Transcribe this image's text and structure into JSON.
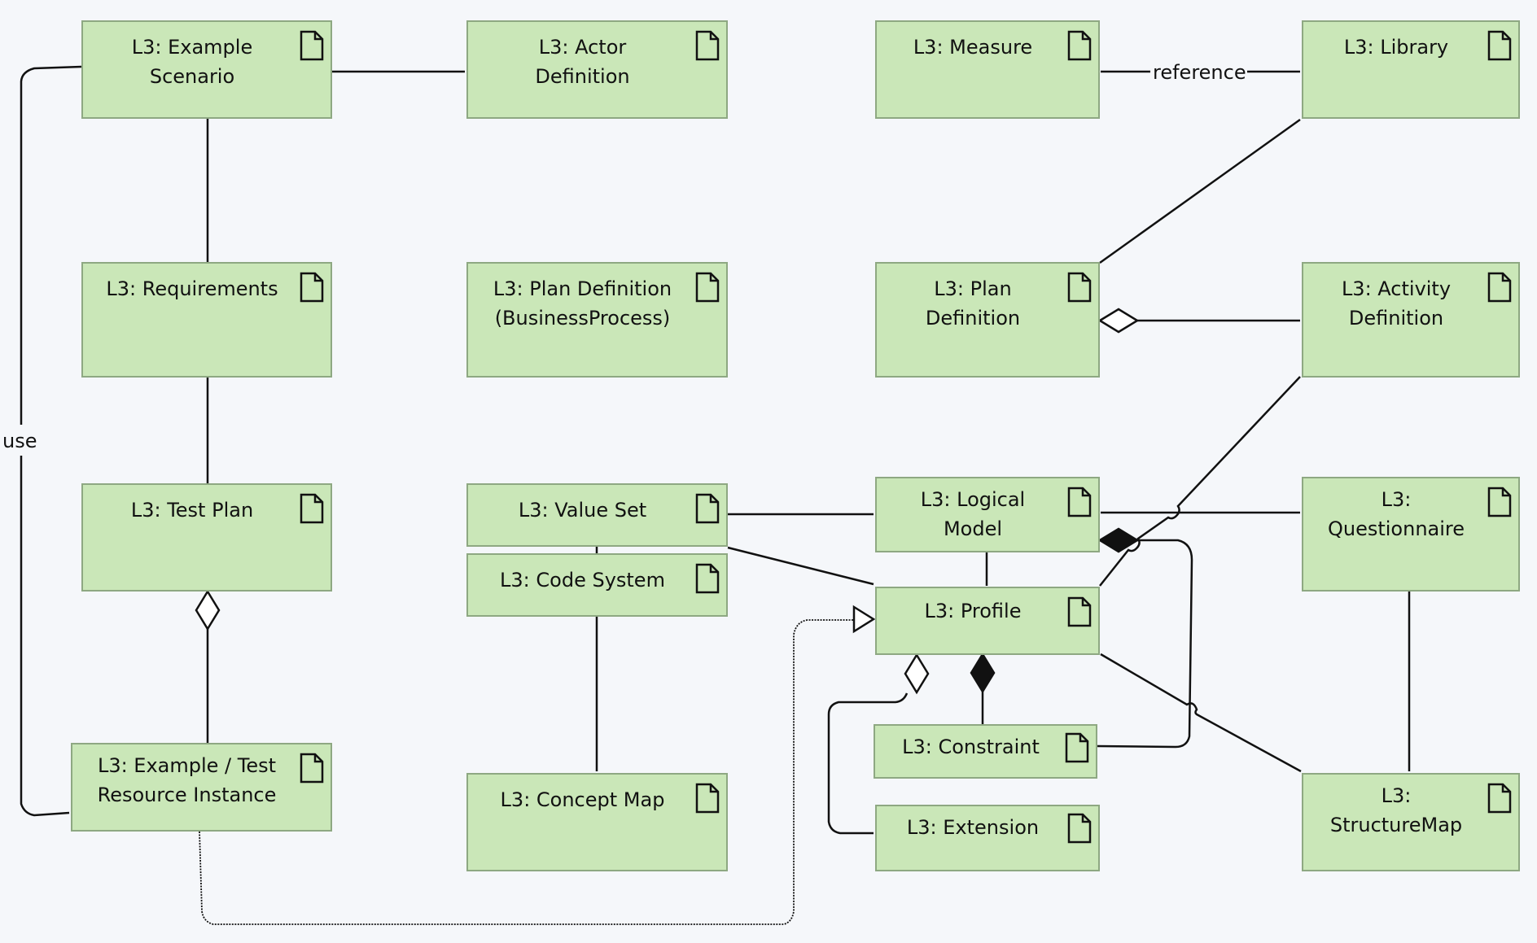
{
  "diagram": {
    "colors": {
      "background": "#f5f7fa",
      "node_fill": "#cae7b8",
      "node_border": "#8ea882",
      "line": "#111111"
    },
    "nodes": [
      {
        "id": "example-scenario",
        "label": "L3: Example\nScenario",
        "icon": "document-icon"
      },
      {
        "id": "actor-definition",
        "label": "L3: Actor\nDefinition",
        "icon": "document-icon"
      },
      {
        "id": "measure",
        "label": "L3: Measure",
        "icon": "document-icon"
      },
      {
        "id": "library",
        "label": "L3: Library",
        "icon": "document-icon"
      },
      {
        "id": "requirements",
        "label": "L3: Requirements",
        "icon": "document-icon"
      },
      {
        "id": "plan-definition-bp",
        "label": "L3: Plan Definition\n(BusinessProcess)",
        "icon": "document-icon"
      },
      {
        "id": "plan-definition",
        "label": "L3: Plan\nDefinition",
        "icon": "document-icon"
      },
      {
        "id": "activity-definition",
        "label": "L3: Activity\nDefinition",
        "icon": "document-icon"
      },
      {
        "id": "test-plan",
        "label": "L3: Test Plan",
        "icon": "document-icon"
      },
      {
        "id": "value-set",
        "label": "L3: Value Set",
        "icon": "document-icon"
      },
      {
        "id": "code-system",
        "label": "L3: Code System",
        "icon": "document-icon"
      },
      {
        "id": "logical-model",
        "label": "L3: Logical\nModel",
        "icon": "document-icon"
      },
      {
        "id": "questionnaire",
        "label": "L3:\nQuestionnaire",
        "icon": "document-icon"
      },
      {
        "id": "profile",
        "label": "L3: Profile",
        "icon": "document-icon"
      },
      {
        "id": "constraint",
        "label": "L3: Constraint",
        "icon": "document-icon"
      },
      {
        "id": "extension",
        "label": "L3: Extension",
        "icon": "document-icon"
      },
      {
        "id": "example-test-instance",
        "label": "L3: Example / Test\nResource Instance",
        "icon": "document-icon"
      },
      {
        "id": "concept-map",
        "label": "L3: Concept Map",
        "icon": "document-icon"
      },
      {
        "id": "structure-map",
        "label": "L3:\nStructureMap",
        "icon": "document-icon"
      }
    ],
    "edges": [
      {
        "from": "example-scenario",
        "to": "actor-definition",
        "type": "association"
      },
      {
        "from": "example-scenario",
        "to": "requirements",
        "type": "association"
      },
      {
        "from": "example-scenario",
        "to": "example-test-instance",
        "type": "association",
        "label": "use"
      },
      {
        "from": "requirements",
        "to": "test-plan",
        "type": "association"
      },
      {
        "from": "test-plan",
        "to": "example-test-instance",
        "type": "aggregation",
        "diamond_at": "test-plan"
      },
      {
        "from": "measure",
        "to": "library",
        "type": "association",
        "label": "reference"
      },
      {
        "from": "library",
        "to": "plan-definition",
        "type": "association"
      },
      {
        "from": "activity-definition",
        "to": "plan-definition",
        "type": "aggregation",
        "diamond_at": "plan-definition"
      },
      {
        "from": "activity-definition",
        "to": "profile",
        "type": "association"
      },
      {
        "from": "value-set",
        "to": "logical-model",
        "type": "association"
      },
      {
        "from": "value-set",
        "to": "profile",
        "type": "association"
      },
      {
        "from": "value-set",
        "to": "code-system",
        "type": "association"
      },
      {
        "from": "code-system",
        "to": "concept-map",
        "type": "association"
      },
      {
        "from": "logical-model",
        "to": "questionnaire",
        "type": "association"
      },
      {
        "from": "logical-model",
        "to": "profile",
        "type": "association"
      },
      {
        "from": "constraint",
        "to": "logical-model",
        "type": "composition",
        "diamond_at": "logical-model"
      },
      {
        "from": "constraint",
        "to": "profile",
        "type": "composition",
        "diamond_at": "profile"
      },
      {
        "from": "extension",
        "to": "profile",
        "type": "aggregation",
        "diamond_at": "profile"
      },
      {
        "from": "profile",
        "to": "structure-map",
        "type": "association"
      },
      {
        "from": "questionnaire",
        "to": "structure-map",
        "type": "association"
      },
      {
        "from": "example-test-instance",
        "to": "profile",
        "type": "realization",
        "arrow_at": "profile"
      }
    ],
    "edge_labels": {
      "use": "use",
      "reference": "reference"
    }
  }
}
